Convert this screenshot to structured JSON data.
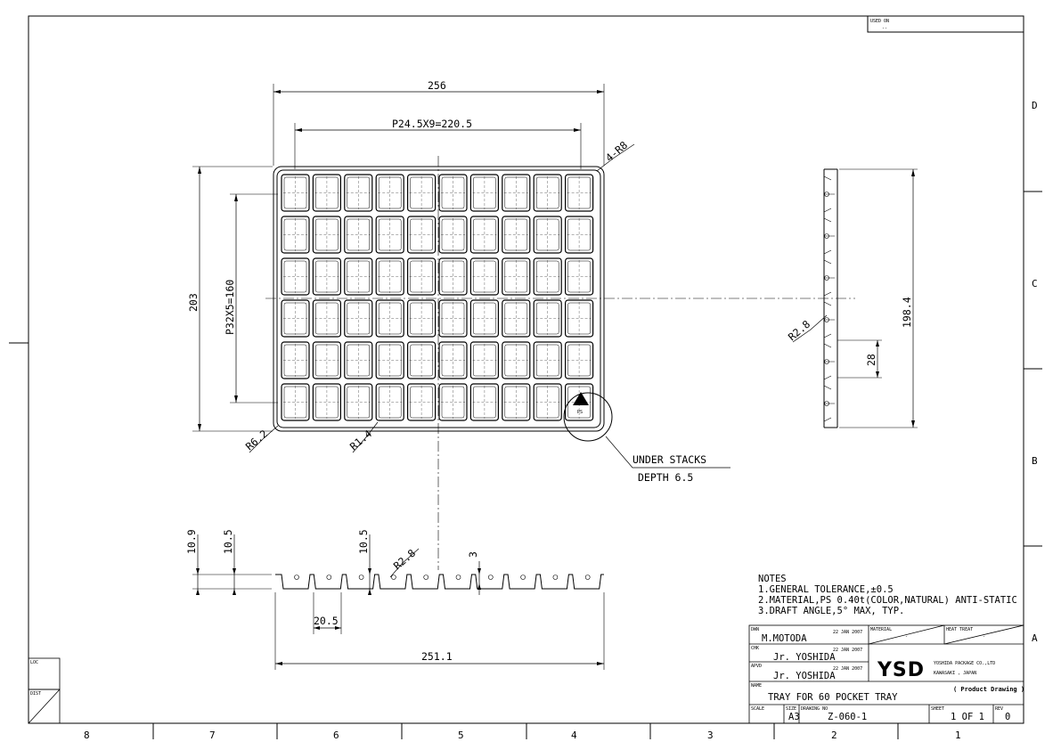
{
  "used_on": {
    "label": "USED ON",
    "value": "--"
  },
  "zones": {
    "rows": [
      "D",
      "C",
      "B",
      "A"
    ],
    "cols": [
      "8",
      "7",
      "6",
      "5",
      "4",
      "3",
      "2",
      "1"
    ]
  },
  "top_view": {
    "overall_width": "256",
    "pitch_x": "P24.5X9=220.5",
    "corner_radius": "4-R8",
    "overall_height": "203",
    "pitch_y": "P32X5=160",
    "radius_outer": "R6.2",
    "radius_inner": "R1.4",
    "pockets": {
      "cols": 10,
      "rows": 6
    },
    "recycle_mark": "PS"
  },
  "callout": {
    "line1": "UNDER STACKS",
    "line2": "DEPTH 6.5"
  },
  "side_view": {
    "height": "198.4",
    "pitch": "28",
    "radius": "R2.8"
  },
  "front_view": {
    "h1": "10.9",
    "h2": "10.5",
    "h3": "10.5",
    "radius": "R2.8",
    "depth": "3",
    "pocket_w": "20.5",
    "length": "251.1"
  },
  "notes": {
    "title": "NOTES",
    "items": [
      "1.GENERAL TOLERANCE,±0.5",
      "2.MATERIAL,PS 0.40t(COLOR,NATURAL) ANTI-STATIC",
      "3.DRAFT ANGLE,5° MAX, TYP."
    ]
  },
  "title_block": {
    "dwn_label": "DWN",
    "dwn_name": "M.MOTODA",
    "dwn_date": "22 JAN 2007",
    "chk_label": "CHK",
    "chk_name": "Jr. YOSHIDA",
    "chk_date": "22 JAN 2007",
    "apvd_label": "APVD",
    "apvd_name": "Jr. YOSHIDA",
    "apvd_date": "22 JAN 2007",
    "material_label": "MATERIAL",
    "material_value": "-",
    "heat_treat_label": "HEAT TREAT",
    "heat_treat_value": "-",
    "logo": "YSD",
    "company1": "YOSHIDA PACKAGE CO.,LTD",
    "company2": "KAWASAKI , JAPAN",
    "drawing_type": "( Product Drawing )",
    "name_label": "NAME",
    "name_value": "TRAY FOR 60 POCKET TRAY",
    "scale_label": "SCALE",
    "size_label": "SIZE",
    "size_value": "A3",
    "drawing_no_label": "DRAWING NO",
    "drawing_no": "Z-060-1",
    "sheet_label": "SHEET",
    "sheet_value": "1 OF 1",
    "rev_label": "REV",
    "rev_value": "0"
  },
  "side_boxes": {
    "loc": "LOC",
    "dist": "DIST"
  }
}
